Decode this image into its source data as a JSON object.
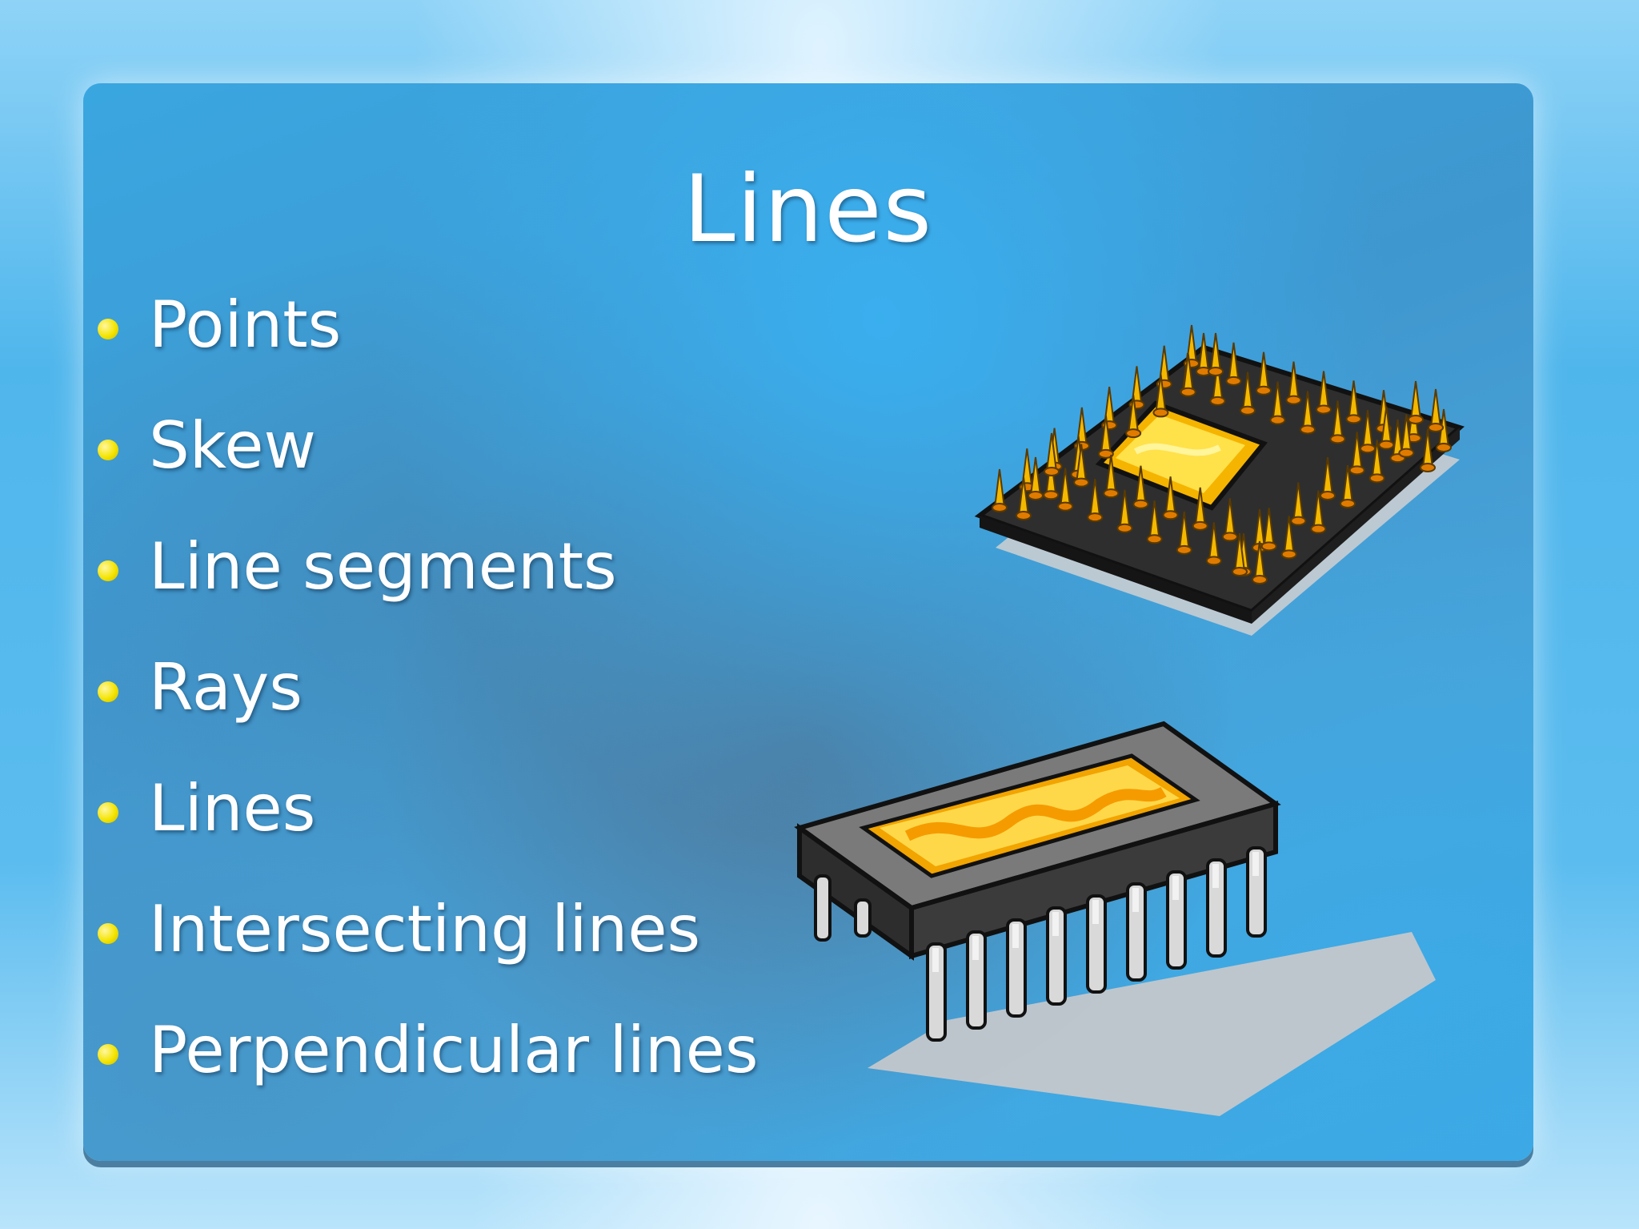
{
  "slide": {
    "title": "Lines",
    "bullets": [
      "Points",
      "Skew",
      "Line segments",
      "Rays",
      "Lines",
      "Intersecting lines",
      "Perpendicular lines"
    ]
  },
  "illustrations": {
    "top": "cpu-chip-icon",
    "bottom": "dip-chip-icon"
  },
  "colors": {
    "bullet": "#f4e400",
    "text": "#ffffff",
    "background": "#3aa6e0"
  }
}
